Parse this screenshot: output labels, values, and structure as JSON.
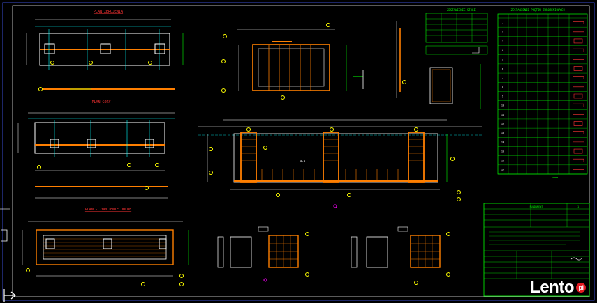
{
  "drawing": {
    "views": {
      "plan_top": "PLAN ZBROJENIA",
      "plan_mid": "PLAN GÓRY",
      "plan_bottom": "PLAN - ZBROJENIE DOLNE",
      "view_main": "A-A"
    },
    "table_small": {
      "title": "ZESTAWIENIE STALI"
    },
    "table_big": {
      "title": "ZESTAWIENIE PRĘTÓW ZBROJENIOWYCH",
      "rows": [
        "1",
        "2",
        "3",
        "4",
        "5",
        "6",
        "7",
        "8",
        "9",
        "10",
        "11",
        "12",
        "13",
        "14",
        "15",
        "16",
        "17"
      ],
      "total": "RAZEM"
    },
    "titleblock": {
      "title": "FUNDAMENT",
      "sheet": "1"
    }
  },
  "watermark": {
    "brand": "Lento",
    "suffix": "pl"
  },
  "colors": {
    "background": "#000000",
    "lines_white": "#ffffff",
    "rebar_orange": "#ff7f00",
    "dim_cyan": "#00ffff",
    "text_green": "#00ff00",
    "label_yellow": "#ffff00",
    "accent_red": "#ff0000",
    "accent_magenta": "#ff00ff",
    "frame_blue": "#3a4bd0"
  }
}
